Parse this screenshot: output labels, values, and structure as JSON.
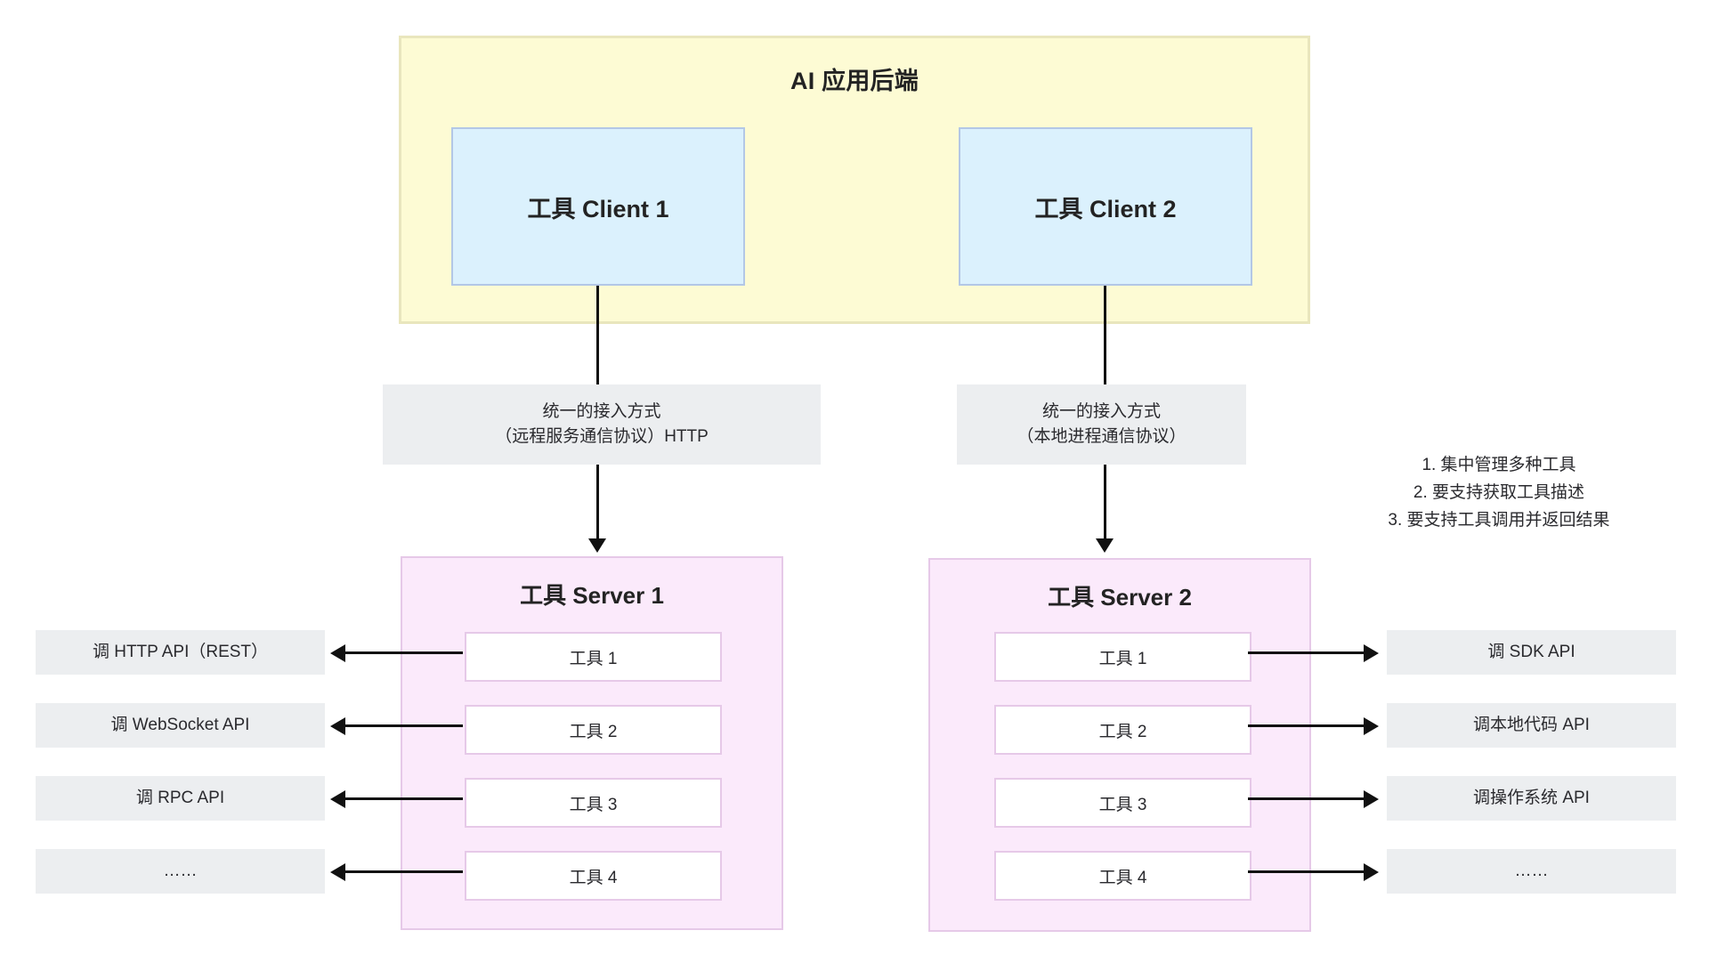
{
  "diagram": {
    "backend": {
      "title": "AI 应用后端",
      "bg_color": "#fdfbd4",
      "border_color": "#e9e6bd",
      "clients": [
        {
          "label": "工具 Client 1"
        },
        {
          "label": "工具 Client 2"
        }
      ]
    },
    "protocols": [
      {
        "line1": "统一的接入方式",
        "line2": "（远程服务通信协议）HTTP"
      },
      {
        "line1": "统一的接入方式",
        "line2": "（本地进程通信协议）"
      }
    ],
    "servers": [
      {
        "title": "工具 Server 1",
        "bg_color": "#fbeafb",
        "border_color": "#e6c9e8",
        "tools": [
          {
            "label": "工具 1"
          },
          {
            "label": "工具 2"
          },
          {
            "label": "工具 3"
          },
          {
            "label": "工具 4"
          }
        ]
      },
      {
        "title": "工具 Server 2",
        "bg_color": "#fbeafb",
        "border_color": "#e6c9e8",
        "tools": [
          {
            "label": "工具 1"
          },
          {
            "label": "工具 2"
          },
          {
            "label": "工具 3"
          },
          {
            "label": "工具 4"
          }
        ]
      }
    ],
    "left_apis": [
      {
        "label": "调 HTTP API（REST）"
      },
      {
        "label": "调 WebSocket API"
      },
      {
        "label": "调 RPC API"
      },
      {
        "label": "……"
      }
    ],
    "right_apis": [
      {
        "label": "调 SDK API"
      },
      {
        "label": "调本地代码 API"
      },
      {
        "label": "调操作系统 API"
      },
      {
        "label": "……"
      }
    ],
    "notes": [
      "1. 集中管理多种工具",
      "2. 要支持获取工具描述",
      "3. 要支持工具调用并返回结果"
    ]
  }
}
